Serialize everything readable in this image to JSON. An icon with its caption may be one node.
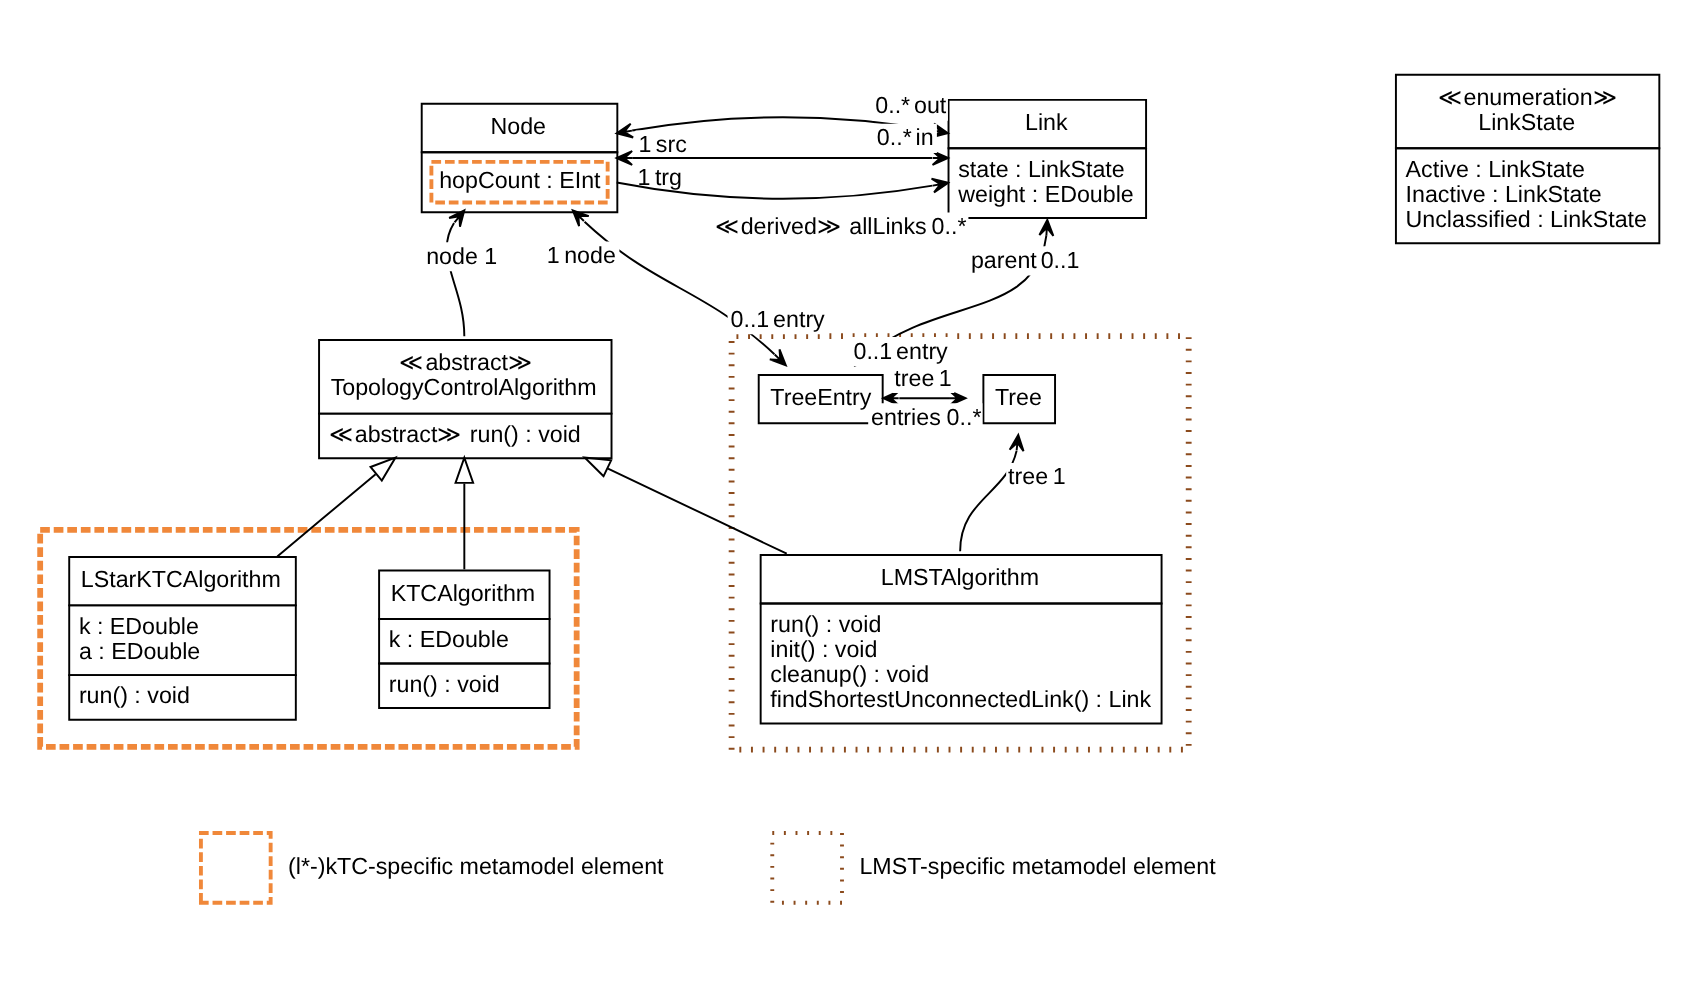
{
  "diagram": {
    "nodes": [
      {
        "text": [
          "Node",
          "hopCount : EInt"
        ]
      },
      {
        "text": [
          "Link",
          "state : LinkState",
          "weight : EDouble"
        ]
      },
      {
        "text": [
          "≪enumeration≫",
          "LinkState",
          "Active : LinkState",
          "Inactive : LinkState",
          "Unclassified : LinkState"
        ]
      },
      {
        "text": [
          "≪abstract≫",
          "TopologyControlAlgorithm",
          "≪abstract≫ run() : void"
        ]
      },
      {
        "text": [],
        "shape": "box"
      },
      {
        "text": [
          "KTCAlgorithm",
          "k : EDouble",
          "run() : void"
        ],
        "in": 4
      },
      {
        "text": [
          "LStarKTCAlgorithm",
          "k : EDouble",
          "a : EDouble",
          "run() : void"
        ],
        "in": 4
      },
      {
        "text": [],
        "shape": "box"
      },
      {
        "text": [
          "TreeEntry"
        ],
        "in": 7
      },
      {
        "text": [
          "Tree"
        ],
        "in": 7
      },
      {
        "text": [
          "LMSTAlgorithm",
          "run() : void",
          "init() : void",
          "cleanup() : void",
          "findShortestUnconnectedLink() : Link"
        ],
        "in": 7
      }
    ],
    "edges": [
      {
        "from": 0,
        "to": 1,
        "arrow": "both"
      },
      {
        "from": 0,
        "to": 1,
        "arrow": "both"
      },
      {
        "from": 0,
        "to": 1,
        "arrow": "to"
      },
      {
        "from": 3,
        "to": 0,
        "arrow": "to"
      },
      {
        "from": 8,
        "to": 0,
        "arrow": "both"
      },
      {
        "from": 8,
        "to": 1,
        "arrow": "both"
      },
      {
        "from": 8,
        "to": 9,
        "arrow": "both"
      },
      {
        "from": 10,
        "to": 9,
        "arrow": "to"
      },
      {
        "from": 5,
        "to": 3,
        "arrow": "to"
      },
      {
        "from": 6,
        "to": 3,
        "arrow": "to"
      },
      {
        "from": 10,
        "to": 3,
        "arrow": "to"
      }
    ],
    "labels": [
      "1",
      "src",
      "0..*",
      "out",
      "1",
      "trg",
      "0..*",
      "in",
      "≪derived≫ allLinks",
      "0..*",
      "node",
      "1",
      "1",
      "node",
      "parent",
      "0..1",
      "0..1",
      "entry",
      "0..1",
      "entry",
      "entries",
      "tree",
      "0..*",
      "1",
      "tree",
      "1"
    ],
    "legend": [
      {
        "text": "(l*-)kTC-specific metamodel element"
      },
      {
        "text": "LMST-specific metamodel element"
      }
    ]
  }
}
